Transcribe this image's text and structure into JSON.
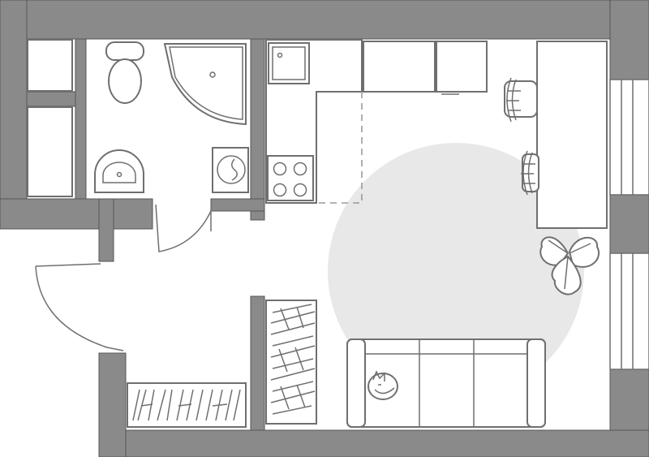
{
  "plan": {
    "type": "studio-apartment-floor-plan",
    "rooms": [
      "bathroom",
      "storage",
      "hallway",
      "kitchen-living"
    ],
    "fixtures": [
      "toilet",
      "corner-shower",
      "bathroom-sink",
      "washing-machine",
      "kitchen-sink",
      "cooktop",
      "bar-counter",
      "bar-stools",
      "sofa",
      "cat",
      "plant",
      "wardrobe",
      "shoe-rack",
      "round-rug",
      "windows"
    ]
  },
  "colors": {
    "wall": "#8a8a8a",
    "outline": "#6f6f6f",
    "rug": "#e8e8e8",
    "background": "#ffffff"
  }
}
